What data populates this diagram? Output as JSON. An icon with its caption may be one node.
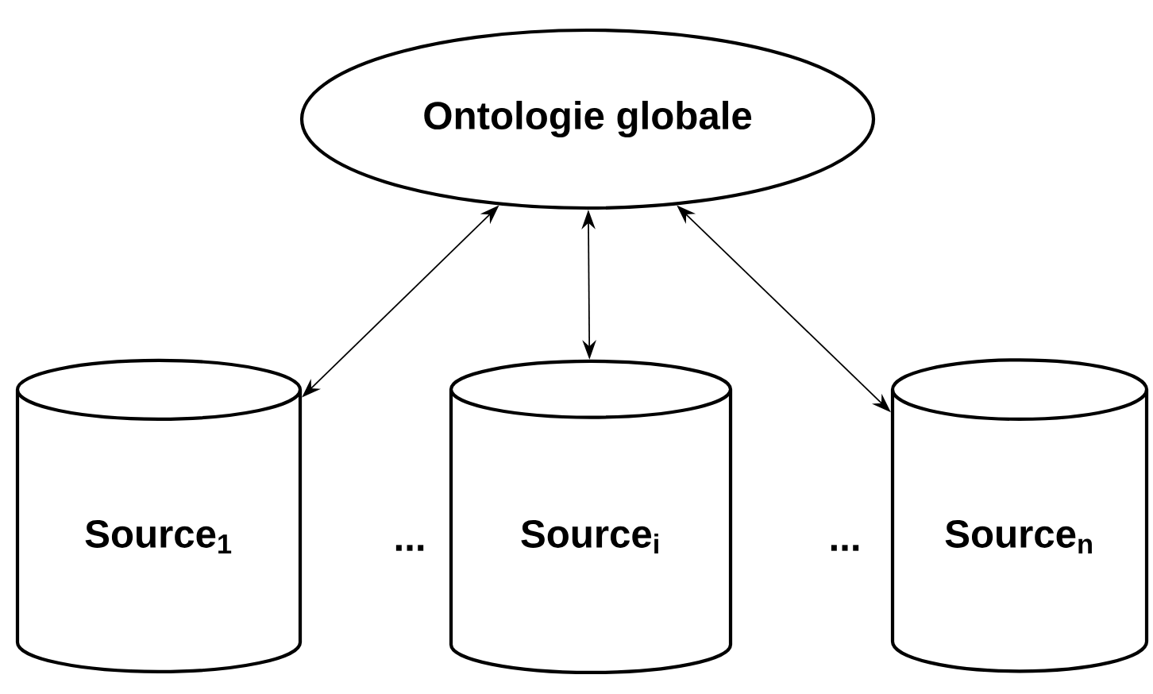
{
  "diagram": {
    "nodes": [
      {
        "text": [
          "Ontologie globale"
        ]
      },
      {
        "text": [
          "Source$_{1}$"
        ]
      },
      {
        "text": [
          "Source$_{i}$"
        ]
      },
      {
        "text": [
          "Source$_{n}$"
        ]
      }
    ],
    "edges": [
      {
        "from": 0,
        "to": 1,
        "arrow": "both"
      },
      {
        "from": 0,
        "to": 2,
        "arrow": "both"
      },
      {
        "from": 0,
        "to": 3,
        "arrow": "both"
      }
    ],
    "labels": [
      "...",
      "..."
    ]
  }
}
